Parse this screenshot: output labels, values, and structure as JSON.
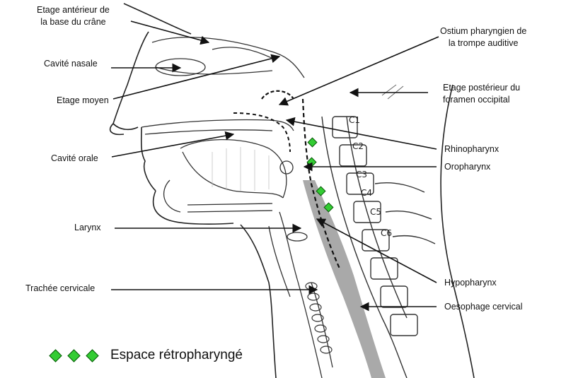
{
  "labels": {
    "etage_anterieur": [
      "Etage antérieur de",
      "la base du crâne"
    ],
    "cavite_nasale": "Cavité nasale",
    "etage_moyen": "Etage moyen",
    "cavite_orale": "Cavité orale",
    "larynx": "Larynx",
    "trachee": "Trachée cervicale",
    "ostium": [
      "Ostium pharyngien de",
      "la trompe auditive"
    ],
    "etage_posterieur": [
      "Etage postérieur du",
      "foramen occipital"
    ],
    "rhinopharynx": "Rhinopharynx",
    "oropharynx": "Oropharynx",
    "hypopharynx": "Hypopharynx",
    "oesophage": "Oesophage cervical"
  },
  "vertebrae": [
    "C1",
    "C2",
    "C3",
    "C4",
    "C5",
    "C6"
  ],
  "legend": {
    "text": "Espace rétropharyngé",
    "marker_color": "#33cc33",
    "marker_count": 3
  },
  "colors": {
    "marker": "#33cc33",
    "space_shading": "#9a9a9a",
    "line": "#111111"
  }
}
